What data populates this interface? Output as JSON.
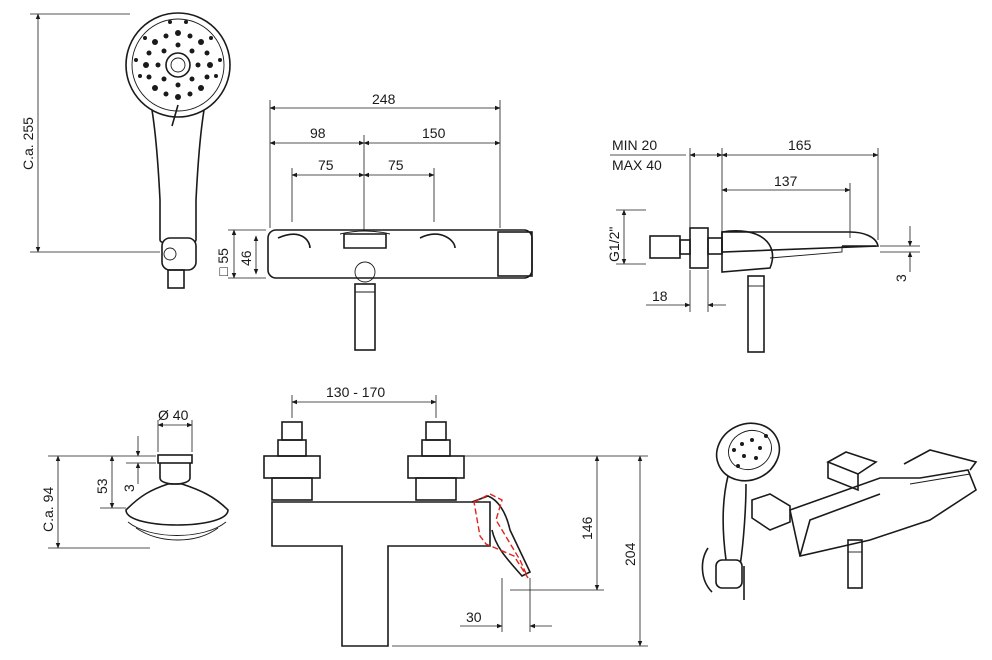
{
  "dimensions": {
    "handshower_length": "C.a. 255",
    "overall_width": "248",
    "left_offset": "98",
    "right_offset": "150",
    "left_inlet": "75",
    "right_inlet": "75",
    "body_square": "□ 55",
    "body_height": "46",
    "wall_min": "MIN 20",
    "wall_max": "MAX 40",
    "projection": "165",
    "spout_projection": "137",
    "thread": "G1/2\"",
    "eccentric": "18",
    "spout_drop": "3",
    "holder_diameter": "Ø 40",
    "holder_depth": "C.a. 94",
    "holder_offset": "53",
    "holder_rim": "3",
    "centres": "130 - 170",
    "lever_height": "146",
    "total_height": "204",
    "lever_clearance": "30"
  },
  "colors": {
    "line": "#1a1a1a",
    "lever_travel": "#e0231c",
    "background": "#ffffff"
  }
}
